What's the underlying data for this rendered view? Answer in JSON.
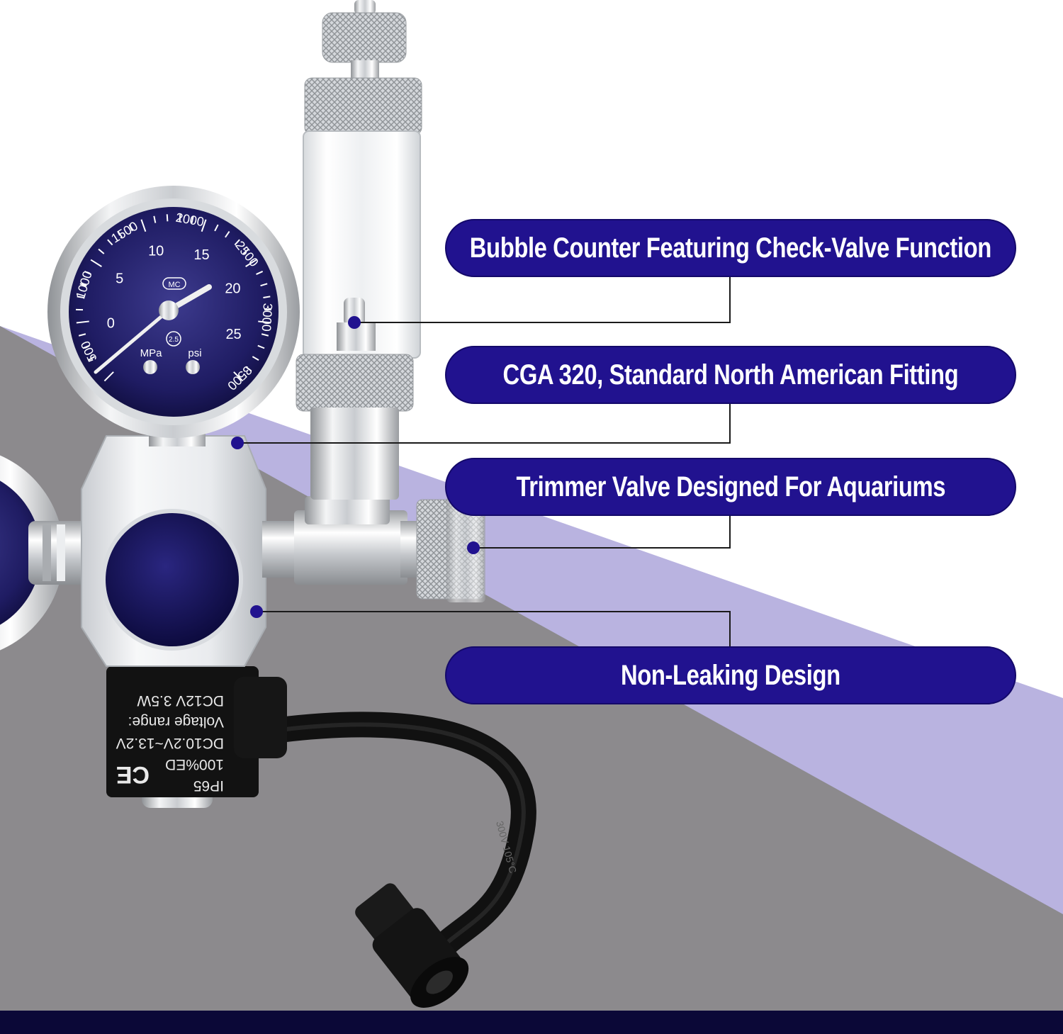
{
  "callouts": [
    {
      "id": "bubble-counter",
      "text": "Bubble Counter Featuring Check-Valve Function"
    },
    {
      "id": "cga-fitting",
      "text": "CGA 320, Standard North American Fitting"
    },
    {
      "id": "trimmer-valve",
      "text": "Trimmer Valve Designed For Aquariums"
    },
    {
      "id": "non-leaking",
      "text": "Non-Leaking Design"
    }
  ],
  "gauge": {
    "psi_ticks": [
      "500",
      "1000",
      "1500",
      "2000",
      "2500",
      "3000",
      "3500"
    ],
    "mpa_ticks": [
      "0",
      "5",
      "10",
      "15",
      "20",
      "25"
    ],
    "mpa_unit": "MPa",
    "psi_unit": "psi",
    "brand_mark": "MC",
    "class_mark": "2.5"
  },
  "solenoid_label": {
    "ce_mark": "CE",
    "lines": [
      "IP65",
      "100%ED",
      "DC10.2V~13.2V",
      "Voltage  range:",
      "DC12V    3.5W"
    ]
  },
  "cable_print": "300V  105°C",
  "colors": {
    "callout_fill": "#21128f",
    "callout_text": "#ffffff",
    "background_grey": "#8c8a8d",
    "background_lavender": "#b9b3e0",
    "bottom_bar": "#0b0837",
    "leader_line": "#1a1a1a",
    "dot": "#21128f"
  }
}
